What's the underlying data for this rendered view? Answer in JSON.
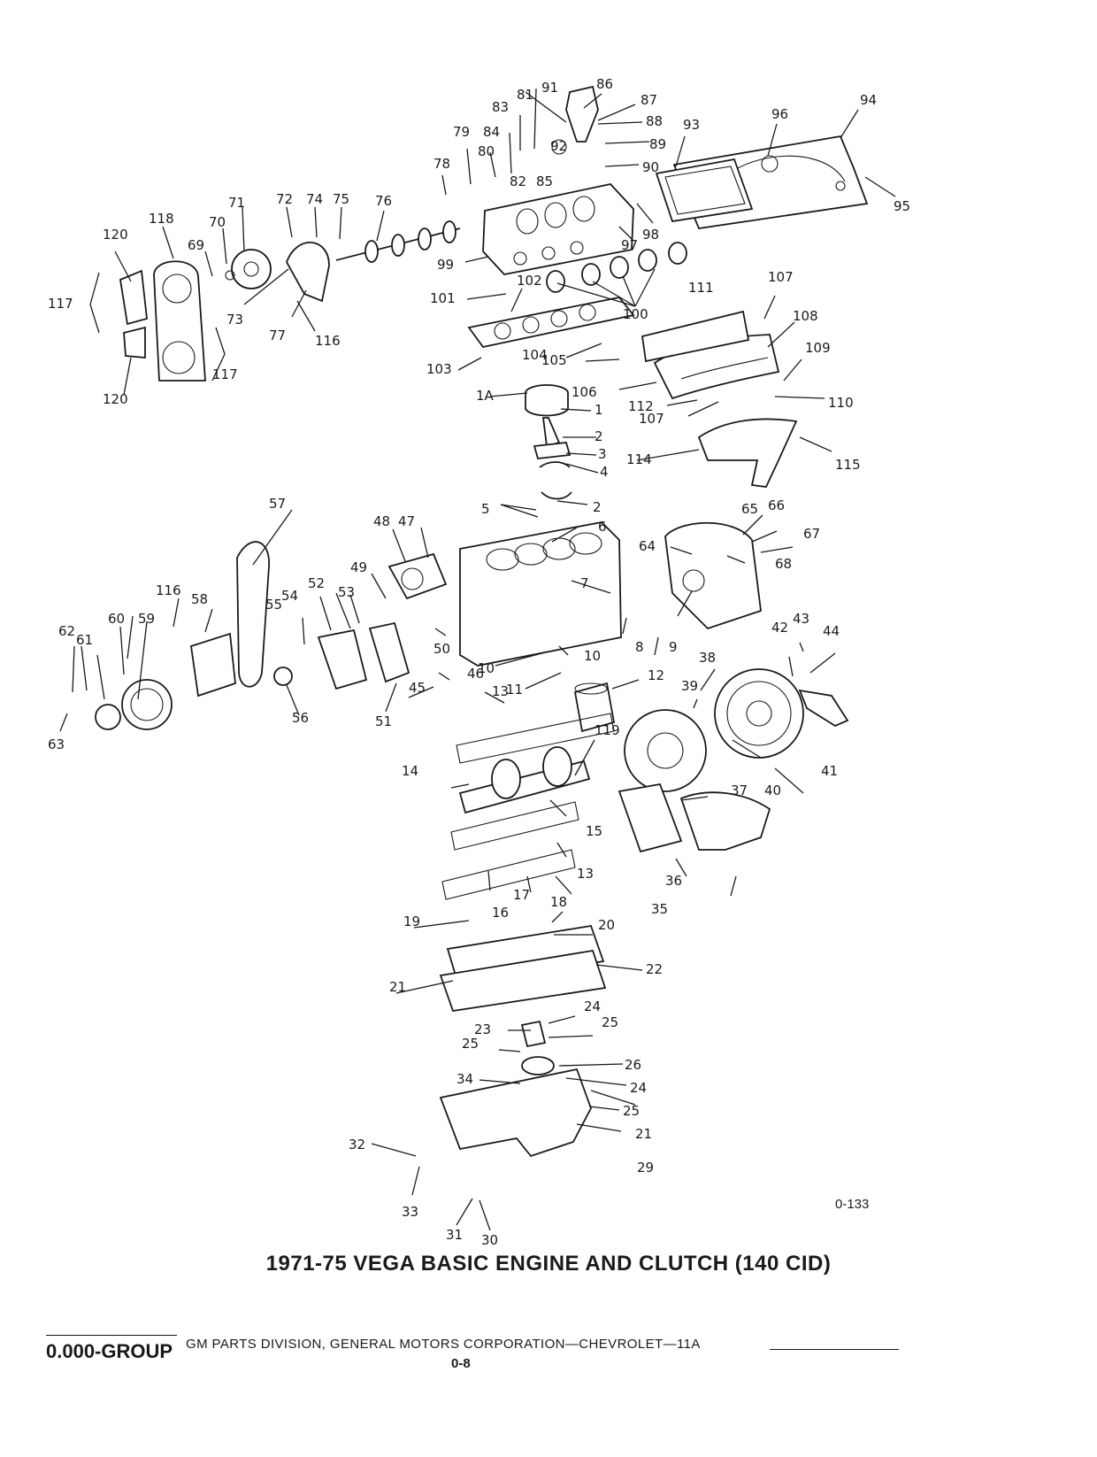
{
  "document": {
    "title": "1971-75 VEGA BASIC ENGINE AND CLUTCH (140 CID)",
    "figure_number": "0-133",
    "group_label": "0.000-GROUP",
    "footer_text": "GM PARTS DIVISION, GENERAL MOTORS CORPORATION—CHEVROLET—11A",
    "page_number": "0-8"
  },
  "callouts": [
    "1A",
    "1",
    "2",
    "3",
    "4",
    "5",
    "6",
    "7",
    "8",
    "9",
    "10",
    "11",
    "12",
    "13",
    "14",
    "15",
    "16",
    "17",
    "18",
    "19",
    "20",
    "21",
    "22",
    "23",
    "24",
    "25",
    "26",
    "29",
    "30",
    "31",
    "32",
    "33",
    "34",
    "35",
    "36",
    "37",
    "38",
    "39",
    "40",
    "41",
    "42",
    "43",
    "44",
    "45",
    "46",
    "47",
    "48",
    "49",
    "50",
    "51",
    "52",
    "53",
    "54",
    "55",
    "56",
    "57",
    "58",
    "59",
    "60",
    "61",
    "62",
    "63",
    "64",
    "65",
    "66",
    "67",
    "68",
    "69",
    "70",
    "71",
    "72",
    "73",
    "74",
    "75",
    "76",
    "77",
    "78",
    "79",
    "80",
    "81",
    "82",
    "83",
    "84",
    "85",
    "86",
    "87",
    "88",
    "89",
    "90",
    "91",
    "92",
    "93",
    "94",
    "95",
    "96",
    "97",
    "98",
    "99",
    "100",
    "101",
    "102",
    "103",
    "104",
    "105",
    "106",
    "107",
    "108",
    "109",
    "110",
    "111",
    "112",
    "114",
    "115",
    "116",
    "117",
    "118",
    "119",
    "120"
  ]
}
